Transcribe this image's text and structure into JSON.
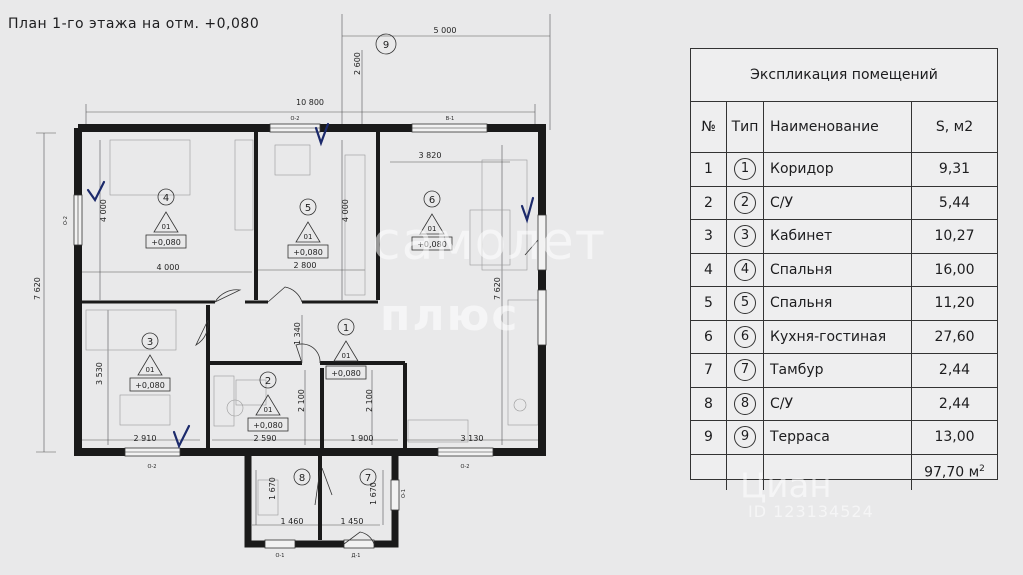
{
  "title": "План 1-го этажа на отм. +0,080",
  "dimensions": {
    "overall_width": "10 800",
    "terrace_width": "5 000",
    "terrace_depth": "2 600",
    "overall_height": "7 620",
    "kitchen_height": "7 620",
    "kitchen_width": "3 820",
    "bedroom4_width": "4 000",
    "bedroom4_height": "4 000",
    "bedroom5_height": "4 000",
    "bedroom5_width": "2 800",
    "cabinet_height": "3 530",
    "cabinet_width": "2 910",
    "bath_width": "2 590",
    "bath_height": "2 100",
    "corridor_height": "2 100",
    "corridor_width": "1 900",
    "kitchen_bottom_width": "3 130",
    "hall_height": "1 340",
    "wc_height": "1 670",
    "wc_width": "1 460",
    "vestibule_width": "1 450",
    "vestibule_height": "1 670"
  },
  "window_tags": {
    "top_left": "О-2",
    "top_right": "В-1",
    "left": "О-2",
    "bottom_left": "О-2",
    "bottom_right": "О-2",
    "wc_bottom": "О-1",
    "door_bottom": "Д-1",
    "vestibule_side": "О-1"
  },
  "terrace_marker": "9",
  "level_mark": "+0,080",
  "tag_type": "01",
  "plan_rooms": [
    {
      "num": "1"
    },
    {
      "num": "2"
    },
    {
      "num": "3"
    },
    {
      "num": "4"
    },
    {
      "num": "5"
    },
    {
      "num": "6"
    },
    {
      "num": "7"
    },
    {
      "num": "8"
    }
  ],
  "explication": {
    "title": "Экспликация помещений",
    "headers": {
      "no": "№",
      "type": "Тип",
      "name": "Наименование",
      "area": "S, м2"
    },
    "rows": [
      {
        "no": "1",
        "type": "1",
        "name": "Коридор",
        "area": "9,31"
      },
      {
        "no": "2",
        "type": "2",
        "name": "С/У",
        "area": "5,44"
      },
      {
        "no": "3",
        "type": "3",
        "name": "Кабинет",
        "area": "10,27"
      },
      {
        "no": "4",
        "type": "4",
        "name": "Спальня",
        "area": "16,00"
      },
      {
        "no": "5",
        "type": "5",
        "name": "Спальня",
        "area": "11,20"
      },
      {
        "no": "6",
        "type": "6",
        "name": "Кухня-гостиная",
        "area": "27,60"
      },
      {
        "no": "7",
        "type": "7",
        "name": "Тамбур",
        "area": "2,44"
      },
      {
        "no": "8",
        "type": "8",
        "name": "С/У",
        "area": "2,44"
      },
      {
        "no": "9",
        "type": "9",
        "name": "Терраса",
        "area": "13,00"
      }
    ],
    "total": "97,70 м",
    "total_unit_exp": "2"
  },
  "watermarks": {
    "line1": "самолет",
    "line2": "плюс",
    "cian": "Циан",
    "id": "ID 123134524"
  }
}
